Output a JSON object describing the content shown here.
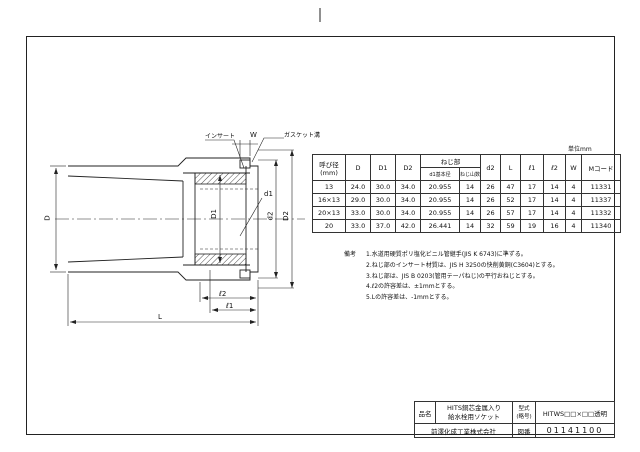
{
  "drawing": {
    "labels": {
      "insert": "インサート",
      "gasket": "ガスケット溝",
      "W": "W",
      "D": "D",
      "D1": "D1",
      "D2": "D2",
      "d1": "d1",
      "d2": "d2",
      "l1": "ℓ1",
      "l2": "ℓ2",
      "L": "L"
    }
  },
  "unit_note": "単位mm",
  "spec_table": {
    "headers": {
      "nominal": "呼び径",
      "nominal_unit": "(mm)",
      "D": "D",
      "D1": "D1",
      "D2": "D2",
      "thread": "ねじ部",
      "thread_sub1": "d1基本径",
      "thread_sub2": "ねじ山数",
      "d2": "d2",
      "L": "L",
      "l1": "ℓ1",
      "l2": "ℓ2",
      "W": "W",
      "code": "Mコード"
    },
    "rows": [
      {
        "nominal": "13",
        "D": "24.0",
        "D1": "30.0",
        "D2": "34.0",
        "d1": "20.955",
        "n": "14",
        "d2": "26",
        "L": "47",
        "l1": "17",
        "l2": "14",
        "W": "4",
        "code": "11331"
      },
      {
        "nominal": "16×13",
        "D": "29.0",
        "D1": "30.0",
        "D2": "34.0",
        "d1": "20.955",
        "n": "14",
        "d2": "26",
        "L": "52",
        "l1": "17",
        "l2": "14",
        "W": "4",
        "code": "11337"
      },
      {
        "nominal": "20×13",
        "D": "33.0",
        "D1": "30.0",
        "D2": "34.0",
        "d1": "20.955",
        "n": "14",
        "d2": "26",
        "L": "57",
        "l1": "17",
        "l2": "14",
        "W": "4",
        "code": "11332"
      },
      {
        "nominal": "20",
        "D": "33.0",
        "D1": "37.0",
        "D2": "42.0",
        "d1": "26.441",
        "n": "14",
        "d2": "32",
        "L": "59",
        "l1": "19",
        "l2": "16",
        "W": "4",
        "code": "11340"
      }
    ]
  },
  "notes": {
    "title": "備考",
    "items": [
      "1.水道用硬質ポリ塩化ビニル管継手(JIS K 6743)に準ずる。",
      "2.ねじ部のインサート材質は、JIS H 3250の快削黄銅(C3604)とする。",
      "3.ねじ部は、JIS B 0203(管用テーパねじ)の平行おねじとする。",
      "4.ℓ2の許容差は、±1mmとする。",
      "5.Lの許容差は、-1mmとする。"
    ]
  },
  "title_block": {
    "name_label": "品名",
    "name_line1": "HITS銅芯金属入り",
    "name_line2": "給水栓用ソケット",
    "model_label_1": "型式",
    "model_label_2": "(略号)",
    "model_value": "HITWS□□×□□透明",
    "company": "前澤化成工業株式会社",
    "drawing_no_label": "図番",
    "drawing_no": "01141100"
  }
}
